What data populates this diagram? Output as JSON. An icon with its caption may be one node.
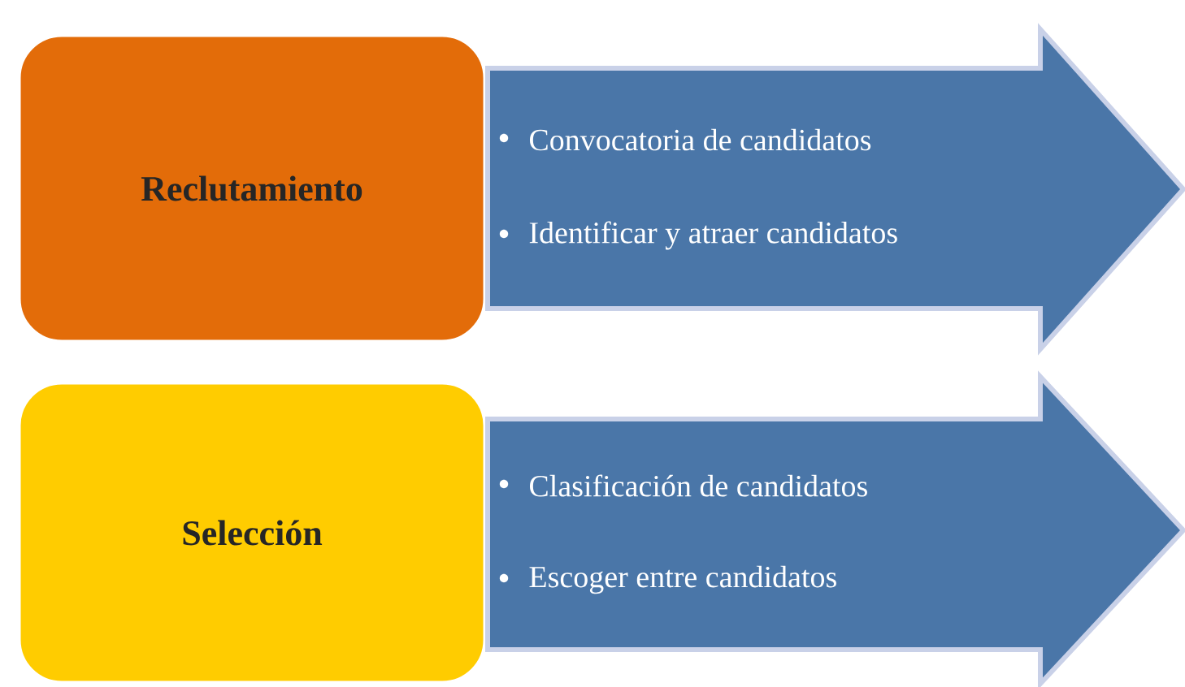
{
  "diagram": {
    "nodes": [
      {
        "text": [
          "Reclutamiento"
        ]
      },
      {
        "text": [
          "Convocatoria de candidatos",
          "Identificar y atraer candidatos"
        ]
      },
      {
        "text": [
          "Selección"
        ]
      },
      {
        "text": [
          "Clasificación de candidatos",
          "Escoger entre candidatos"
        ]
      }
    ]
  }
}
